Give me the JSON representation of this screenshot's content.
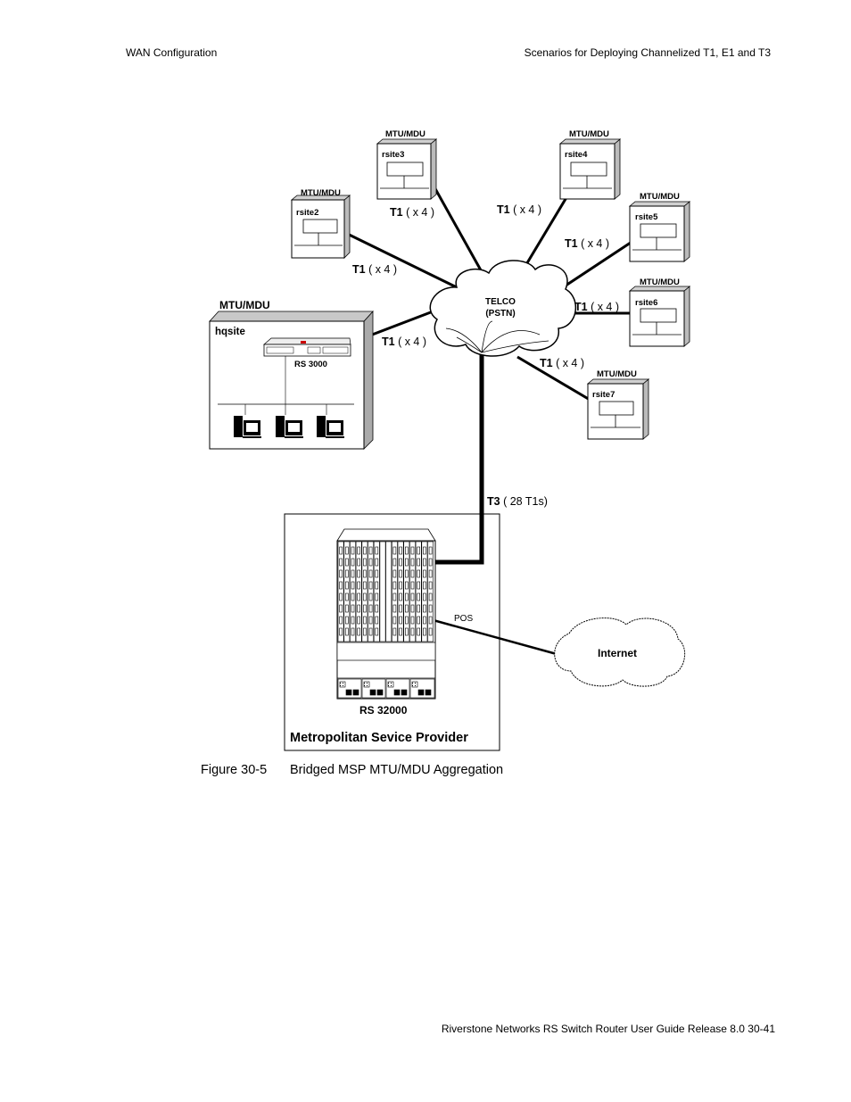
{
  "header": {
    "left": "WAN Configuration",
    "right": "Scenarios for Deploying Channelized T1, E1 and T3"
  },
  "figure": {
    "number": "Figure 30-5",
    "title": "Bridged MSP MTU/MDU Aggregation"
  },
  "diagram": {
    "cloud_telco_line1": "TELCO",
    "cloud_telco_line2": "(PSTN)",
    "cloud_internet": "Internet",
    "mtu_label": "MTU/MDU",
    "hq": {
      "group": "MTU/MDU",
      "site": "hqsite",
      "router": "RS 3000"
    },
    "sites": [
      "rsite2",
      "rsite3",
      "rsite4",
      "rsite5",
      "rsite6",
      "rsite7"
    ],
    "link_bold": "T1",
    "link_count": "( x 4 )",
    "t3_bold": "T3",
    "t3_count": "( 28 T1s)",
    "pos_label": "POS",
    "core_router": "RS 32000",
    "provider": "Metropolitan Sevice Provider"
  },
  "footer": {
    "text": "Riverstone Networks RS Switch Router User Guide   Release 8.0   30-41"
  }
}
